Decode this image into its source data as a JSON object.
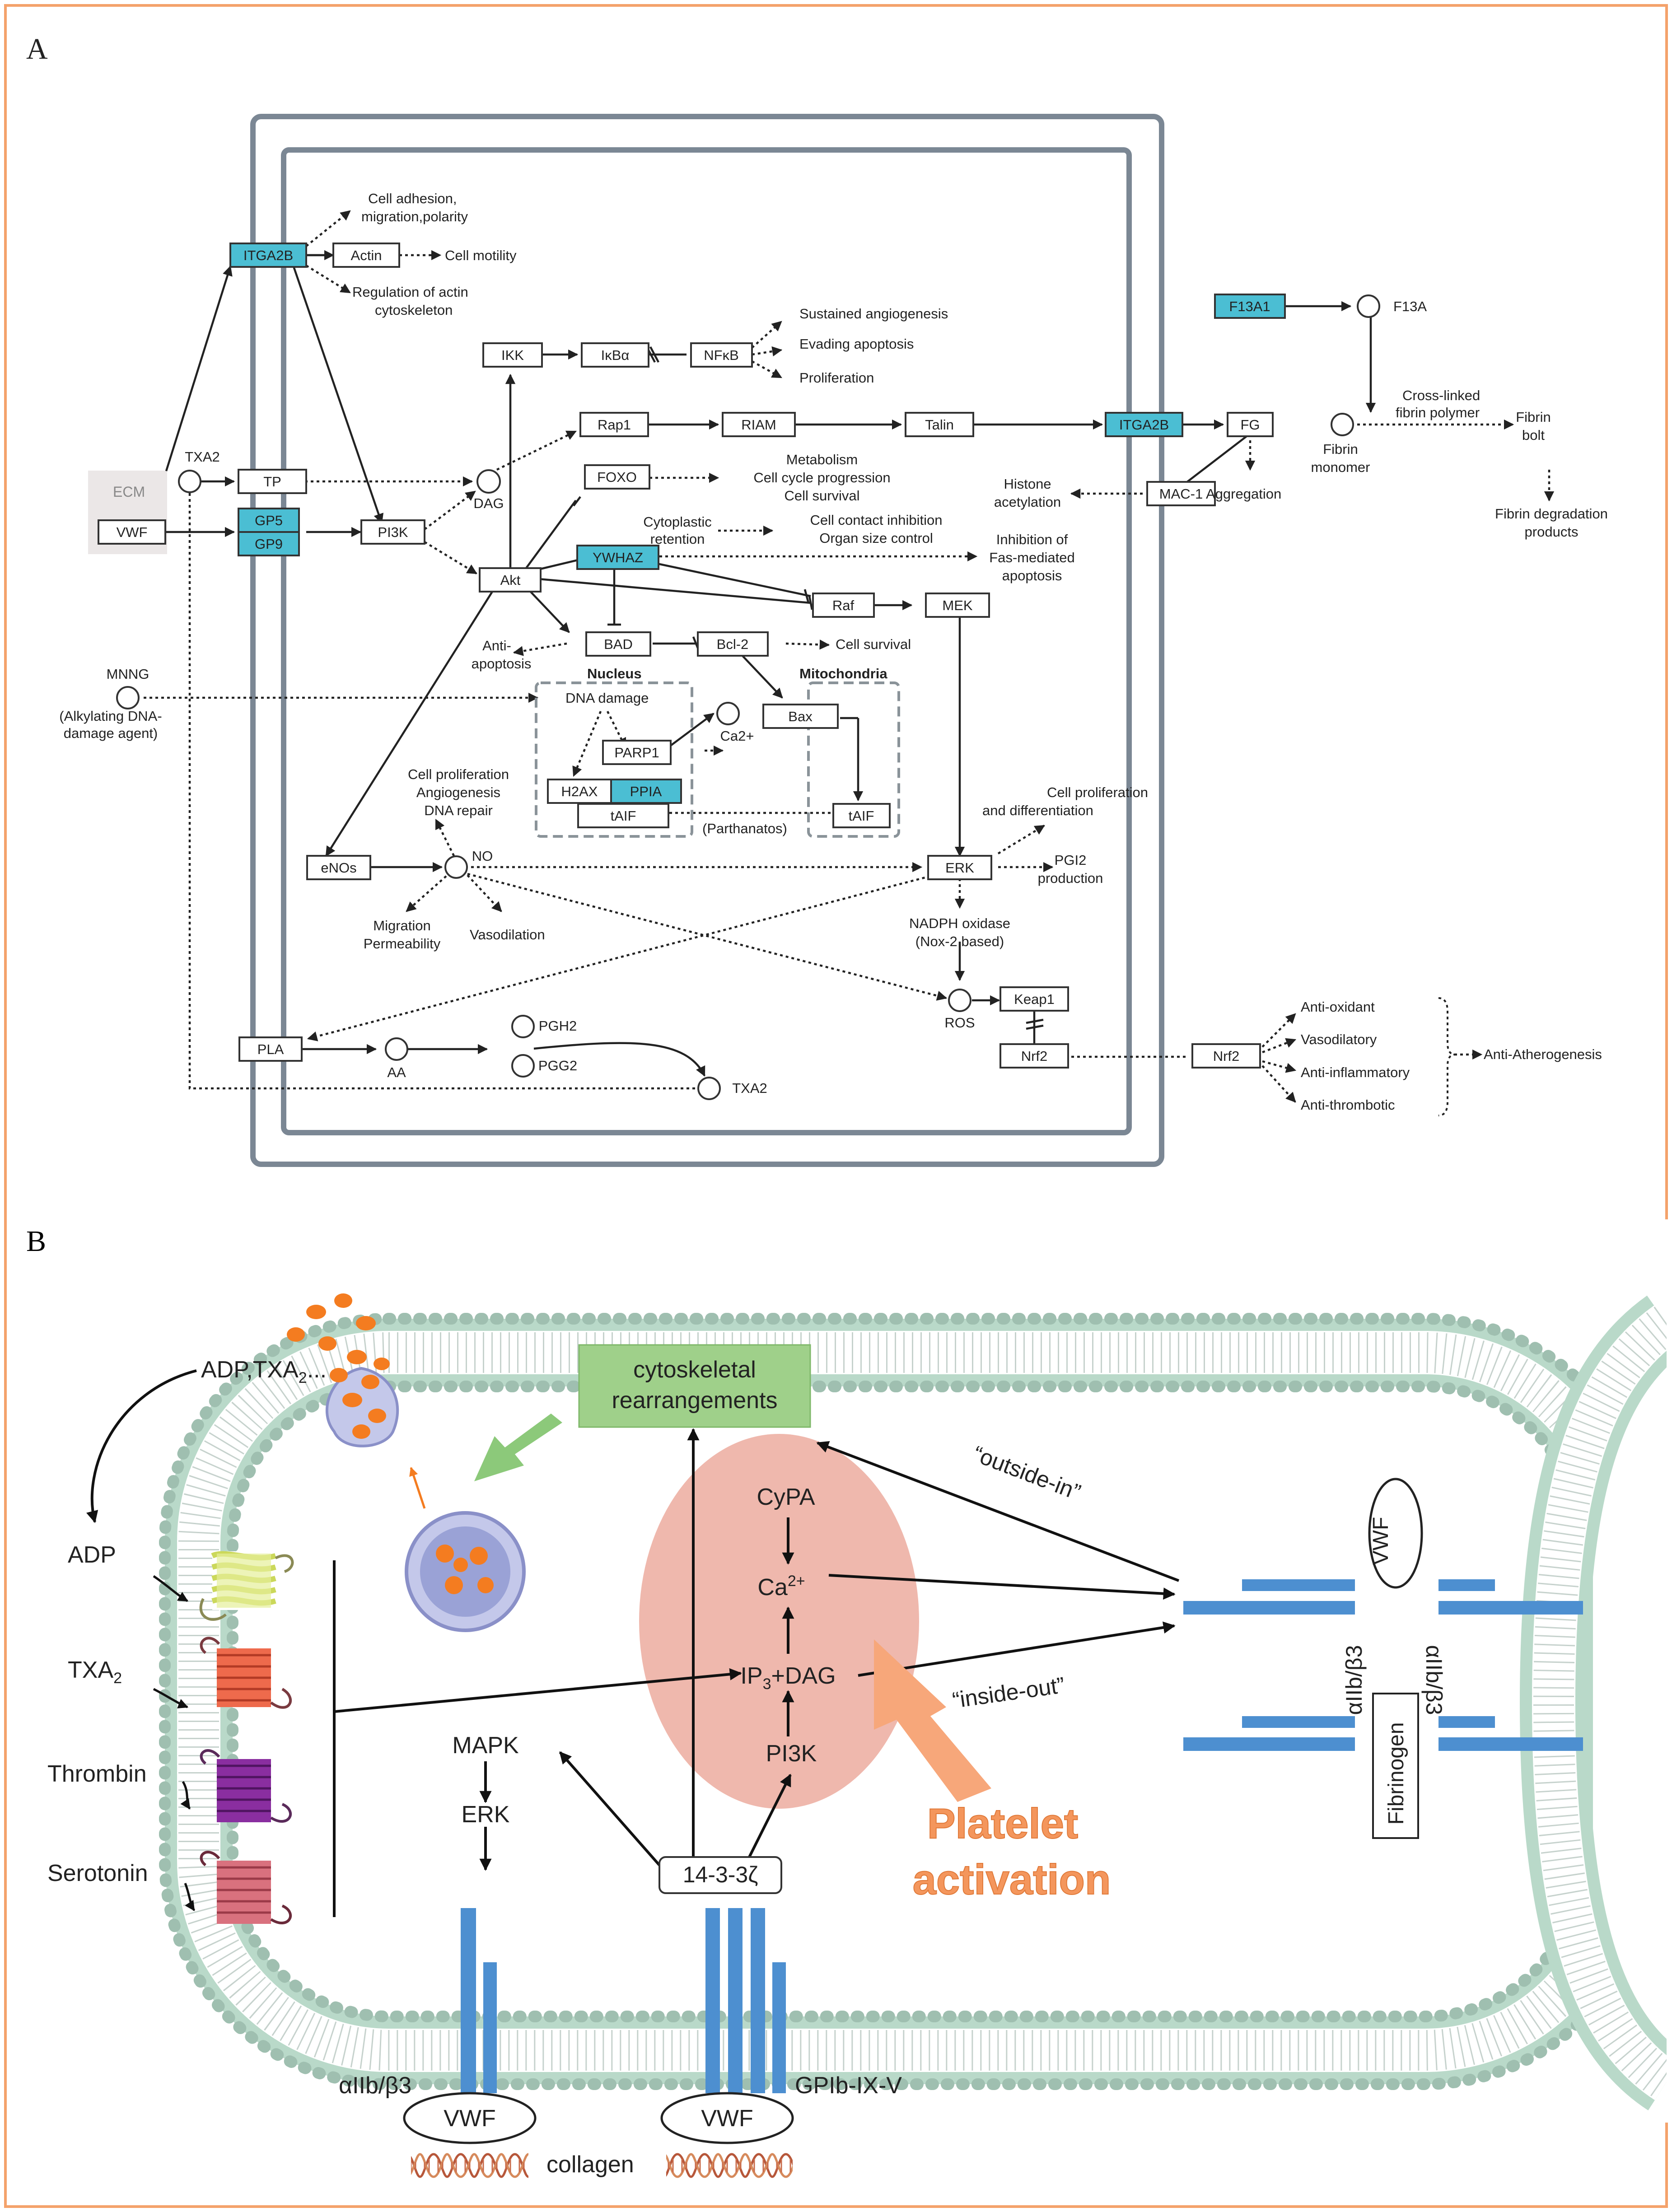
{
  "panel_a": {
    "label": "A",
    "ecm": "ECM",
    "nodes": {
      "vwf": "VWF",
      "tp": "TP",
      "txa2_top": "TXA2",
      "gp5": "GP5",
      "gp9": "GP9",
      "itga2b_left": "ITGA2B",
      "actin": "Actin",
      "pi3k": "PI3K",
      "dag": "DAG",
      "ikk": "IKK",
      "ikba": "IκBα",
      "nfkb": "NFκB",
      "rap1": "Rap1",
      "riam": "RIAM",
      "talin": "Talin",
      "itga2b_right": "ITGA2B",
      "fg": "FG",
      "f13a1": "F13A1",
      "f13a": "F13A",
      "mac1": "MAC-1",
      "foxo": "FOXO",
      "ywhaz": "YWHAZ",
      "akt": "Akt",
      "raf": "Raf",
      "mek": "MEK",
      "bad": "BAD",
      "bcl2": "Bcl-2",
      "bax": "Bax",
      "parp1": "PARP1",
      "h2ax": "H2AX",
      "ppia": "PPIA",
      "taif_nucleus": "tAIF",
      "taif_mito": "tAIF",
      "ca2": "Ca2+",
      "enos": "eNOs",
      "no": "NO",
      "erk": "ERK",
      "ros": "ROS",
      "keap1": "Keap1",
      "nrf2_in": "Nrf2",
      "nrf2_out": "Nrf2",
      "pla": "PLA",
      "aa": "AA",
      "pgh2": "PGH2",
      "pgg2": "PGG2",
      "txa2_bottom": "TXA2",
      "mnng": "MNNG"
    },
    "labels": {
      "cell_adhesion": [
        "Cell adhesion,",
        "migration,polarity"
      ],
      "cell_motility": "Cell motility",
      "regulation_actin": [
        "Regulation of actin",
        "cytoskeleton"
      ],
      "sustained_angio": "Sustained angiogenesis",
      "evading_apoptosis": "Evading apoptosis",
      "proliferation": "Proliferation",
      "cross_linked": [
        "Cross-linked",
        "fibrin polymer"
      ],
      "fibrin_bolt": [
        "Fibrin",
        "bolt"
      ],
      "fibrin_monomer": [
        "Fibrin",
        "monomer"
      ],
      "fibrin_degradation": [
        "Fibrin degradation",
        "products"
      ],
      "histone": [
        "Histone",
        "acetylation"
      ],
      "aggregation": "Aggregation",
      "metabolism": [
        "Metabolism",
        "Cell cycle progression",
        "Cell survival"
      ],
      "cytoplastic": [
        "Cytoplastic",
        "retention"
      ],
      "contact_inhibition": [
        "Cell contact inhibition",
        "Organ size control"
      ],
      "inhibition_fas": [
        "Inhibition of",
        "Fas-mediated",
        "apoptosis"
      ],
      "anti_apoptosis": [
        "Anti-",
        "apoptosis"
      ],
      "cell_survival": "Cell survival",
      "nucleus": "Nucleus",
      "mitochondria": "Mitochondria",
      "dna_damage": "DNA damage",
      "parthanatos": "(Parthanatos)",
      "alkylating": [
        "(Alkylating DNA-",
        "damage agent)"
      ],
      "cell_prolif_angio": [
        "Cell proliferation",
        "Angiogenesis",
        "DNA repair"
      ],
      "cell_prolif_diff": [
        "Cell proliferation",
        "and differentiation"
      ],
      "pgi2": [
        "PGI2",
        "production"
      ],
      "migration": [
        "Migration",
        "Permeability"
      ],
      "vasodilation": "Vasodilation",
      "nadph": [
        "NADPH oxidase",
        "(Nox-2 based)"
      ],
      "anti_oxidant": "Anti-oxidant",
      "vasodilatory": "Vasodilatory",
      "anti_inflammatory": "Anti-inflammatory",
      "anti_thrombotic": "Anti-thrombotic",
      "anti_atherogenesis": "Anti-Atherogenesis"
    }
  },
  "panel_b": {
    "label": "B",
    "adp_txa2_pre": "ADP,TXA",
    "adp_txa2_sub": "2",
    "adp_txa2_post": "...",
    "cytoskeletal": [
      "cytoskeletal",
      "rearrangements"
    ],
    "outside_in": "“outside-in”",
    "inside_out": "“inside-out”",
    "cypa": "CyPA",
    "ca2_base": "Ca",
    "ca2_sup": "2+",
    "ip3_pre": "IP",
    "ip3_sub": "3",
    "ip3_post": "+DAG",
    "pi3k": "PI3K",
    "platelet_activation": [
      "Platelet",
      "activation"
    ],
    "adp": "ADP",
    "txa2_base": "TXA",
    "txa2_sub": "2",
    "thrombin": "Thrombin",
    "serotonin": "Serotonin",
    "mapk": "MAPK",
    "erk": "ERK",
    "protein_1433": "14-3-3ζ",
    "aiib_b3_bottom": "αIIb/β3",
    "gpib": "GPIb-IX-V",
    "vwf_left": "VWF",
    "vwf_center": "VWF",
    "vwf_right": "VWF",
    "collagen": "collagen",
    "aiib_b3_right": "αIIb/β3",
    "aiib_b3_mirror": "αIIb/β3",
    "fibrinogen": "Fibrinogen"
  },
  "colors": {
    "frame_border": "#f4a26b",
    "highlight_box": "#4bbed3",
    "cell_box_border": "#7b8794",
    "membrane_head": "#d9efe4",
    "receptor_blue": "#4d8fd0",
    "cytoplasm_oval": "#efb8ad",
    "cytoskeletal_green": "#9fd08a",
    "activation_orange": "#f69d64",
    "granule_orange": "#f47c20",
    "granule_purple": "#9aa2d6",
    "receptor_yellow": "#d8e47b",
    "receptor_red": "#e2553a",
    "receptor_purple": "#7a2d8c",
    "receptor_pink": "#d9717e"
  }
}
